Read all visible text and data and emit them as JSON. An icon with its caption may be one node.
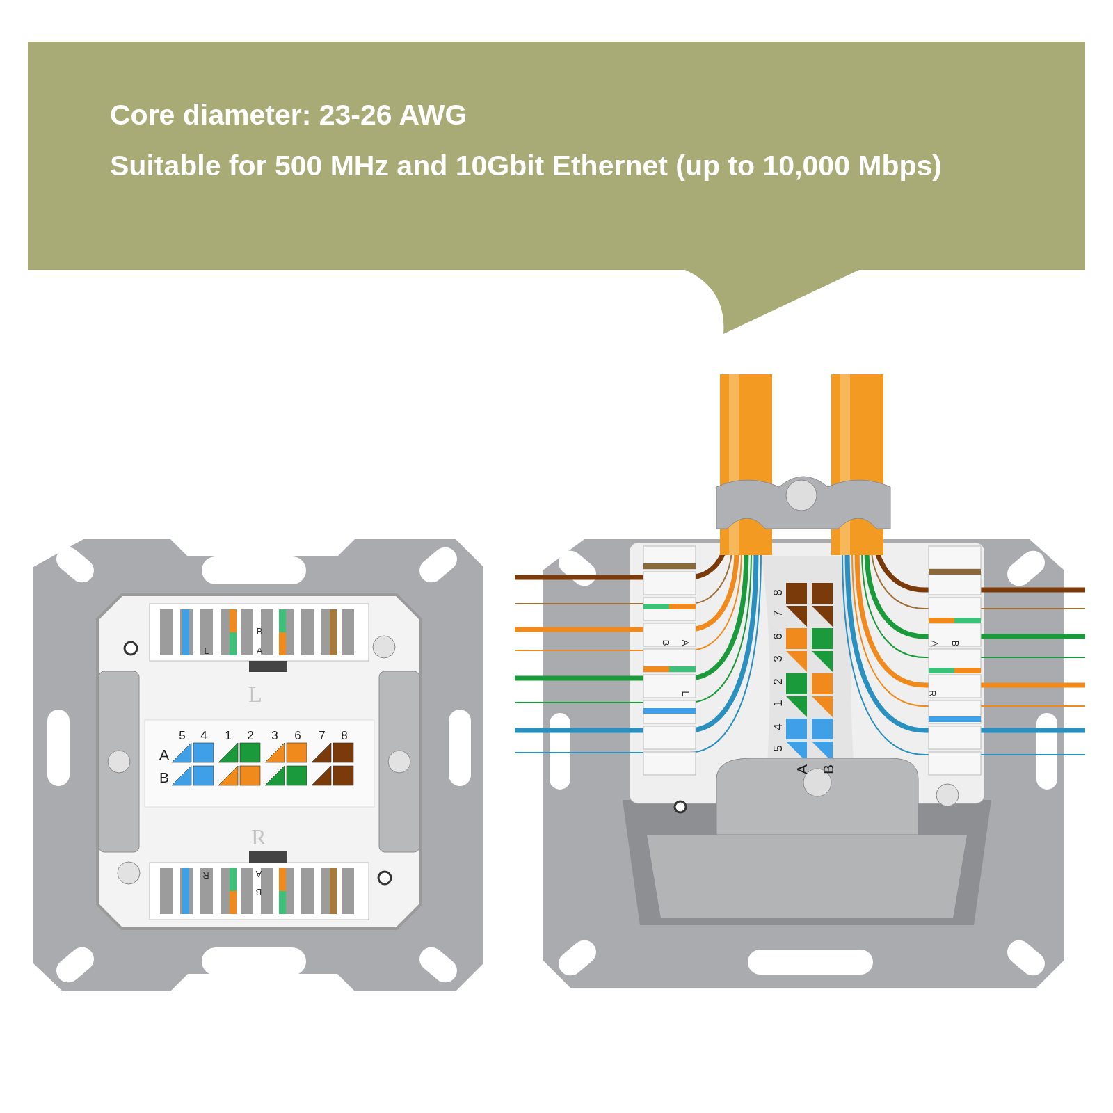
{
  "diagram": {
    "nodes": [
      {
        "text": [
          "Core diameter: 23-26 AWG",
          "Suitable for 500 MHz and 10Gbit Ethernet (up to 10,000 Mbps)"
        ]
      }
    ],
    "labels": [
      "B",
      "L",
      "A",
      "L",
      "5",
      "4",
      "1",
      "2",
      "3",
      "6",
      "7",
      "8",
      "A",
      "B",
      "R",
      "R",
      "A",
      "B",
      "8",
      "7",
      "6",
      "3",
      "2",
      "1",
      "4",
      "5",
      "A",
      "B",
      "B",
      "A",
      "L",
      "A",
      "B",
      "R"
    ]
  }
}
